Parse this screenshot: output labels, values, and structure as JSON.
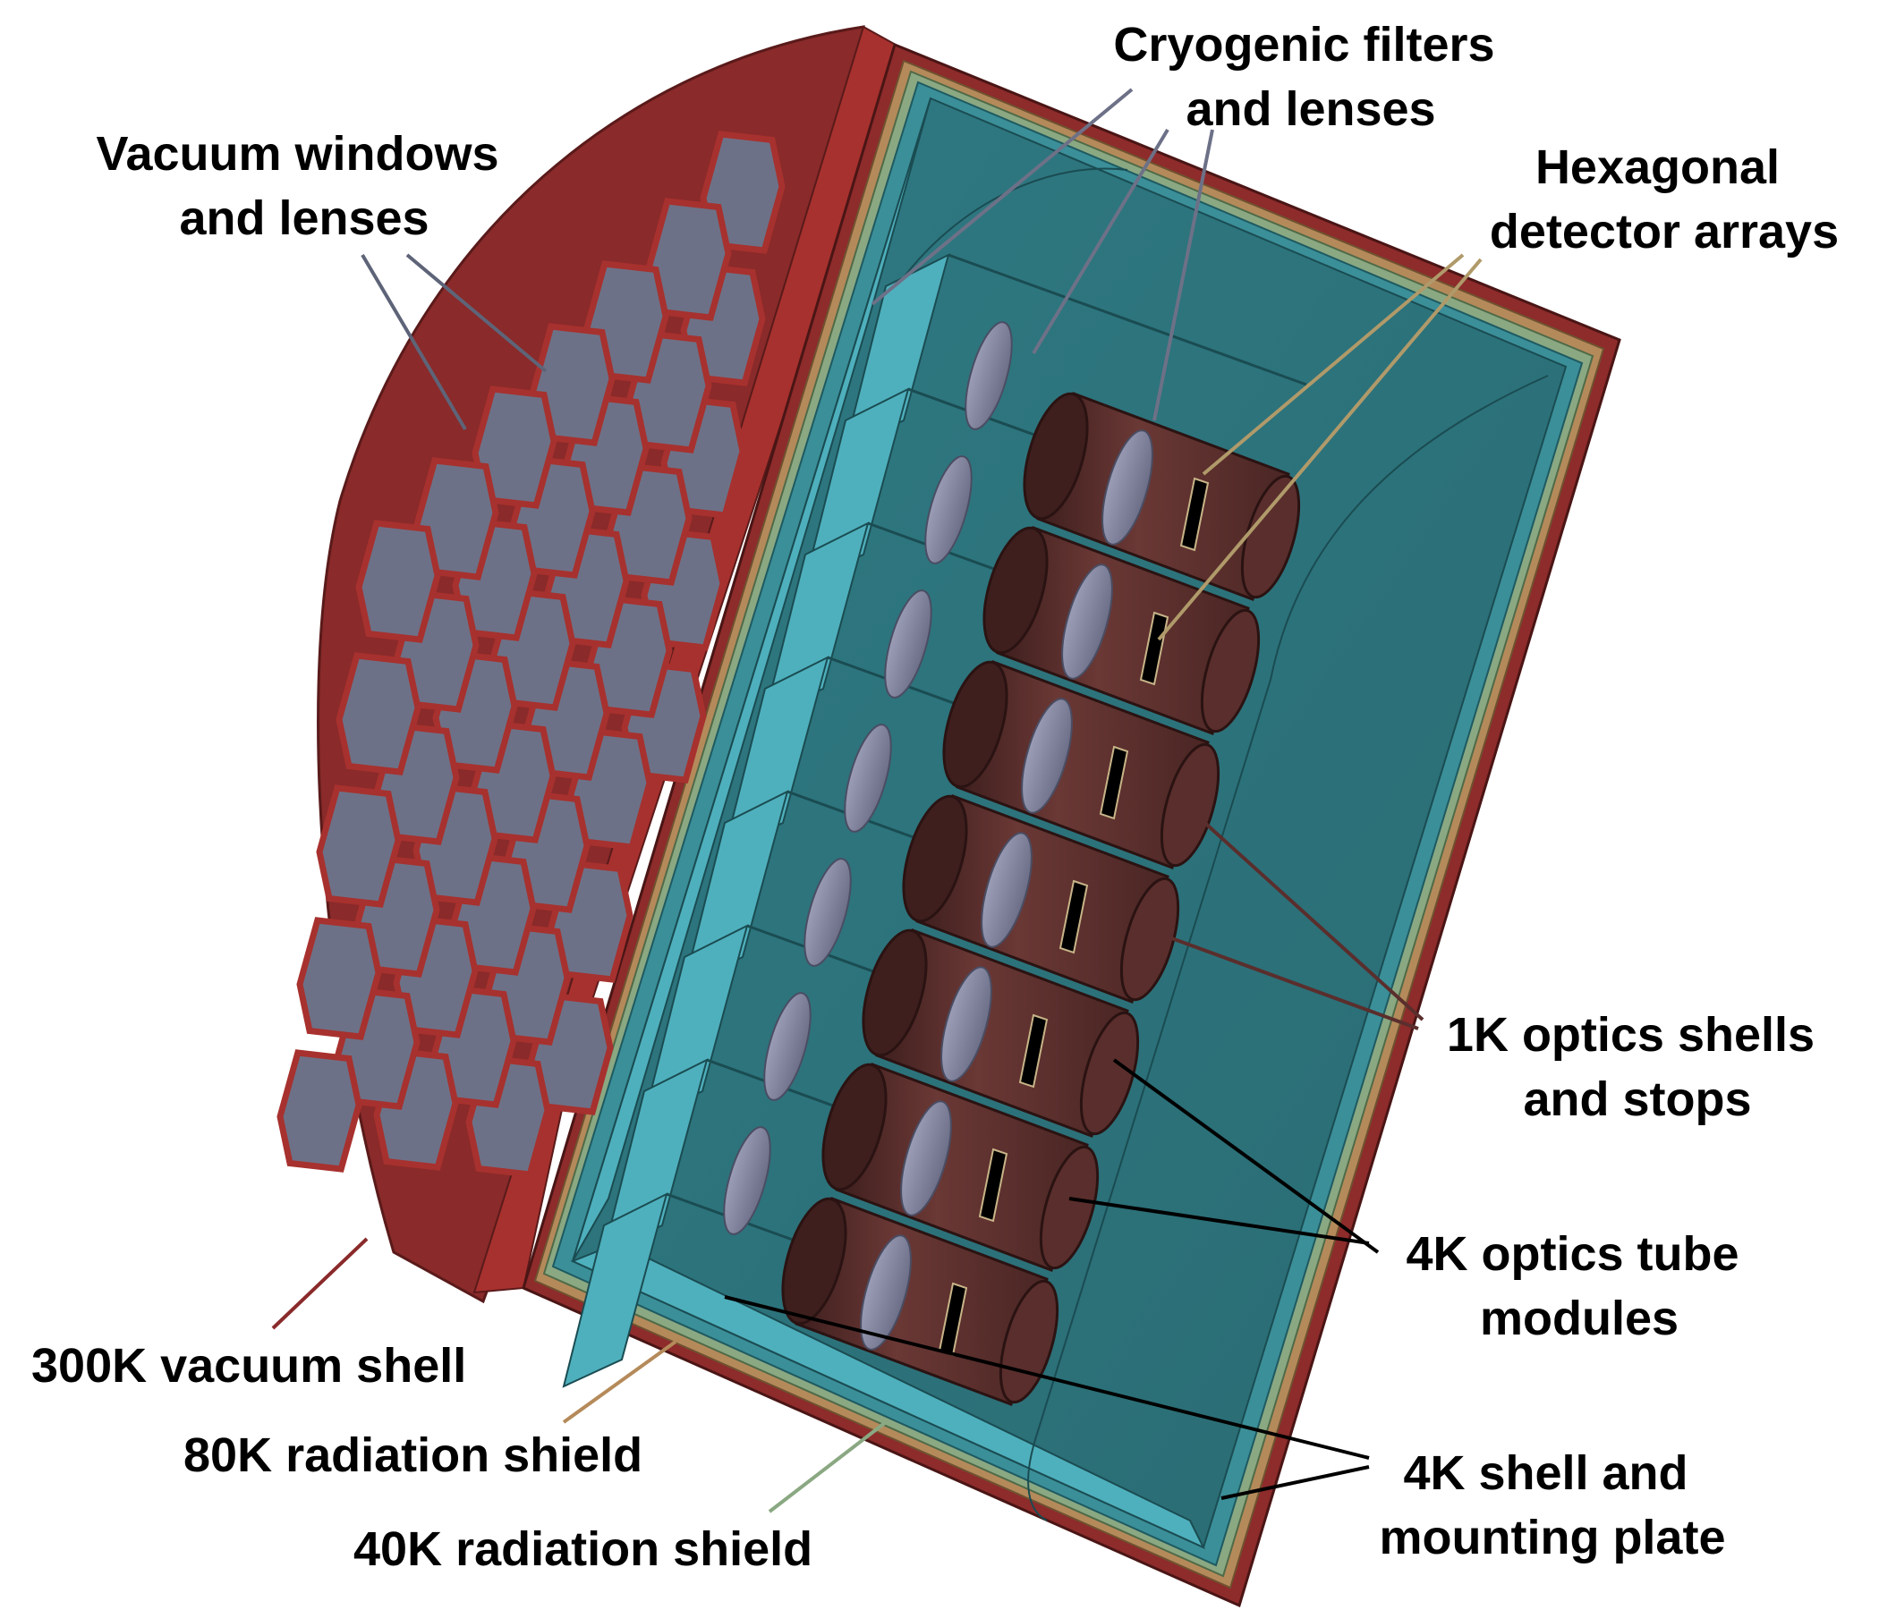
{
  "colors": {
    "vacuum_shell": "#8a2a2a",
    "vacuum_shell_light": "#a7312e",
    "shield_80k": "#b58a5a",
    "shield_40k": "#8aa882",
    "shell_4k": "#3b8f99",
    "interior_dark": "#2c6f77",
    "interior_light": "#4fb0bd",
    "tube_shell": "#5a2e2c",
    "lens": "#7c7f97",
    "window": "#6d7187"
  },
  "icons": [
    "hexagon-window",
    "lens-disc",
    "detector-array",
    "optics-tube"
  ],
  "labels": {
    "vacuum_windows": [
      "Vacuum windows",
      "and lenses"
    ],
    "cryogenic_filters": [
      "Cryogenic filters",
      "and lenses"
    ],
    "hexagonal_arrays": [
      "Hexagonal",
      "detector arrays"
    ],
    "optics_shells_1k": [
      "1K optics shells",
      "and stops"
    ],
    "optics_tube_4k": [
      "4K optics tube",
      "modules"
    ],
    "shell_4k": [
      "4K shell and",
      "mounting plate"
    ],
    "vacuum_shell_300k": "300K vacuum shell",
    "shield_80k": "80K radiation shield",
    "shield_40k": "40K radiation shield"
  }
}
